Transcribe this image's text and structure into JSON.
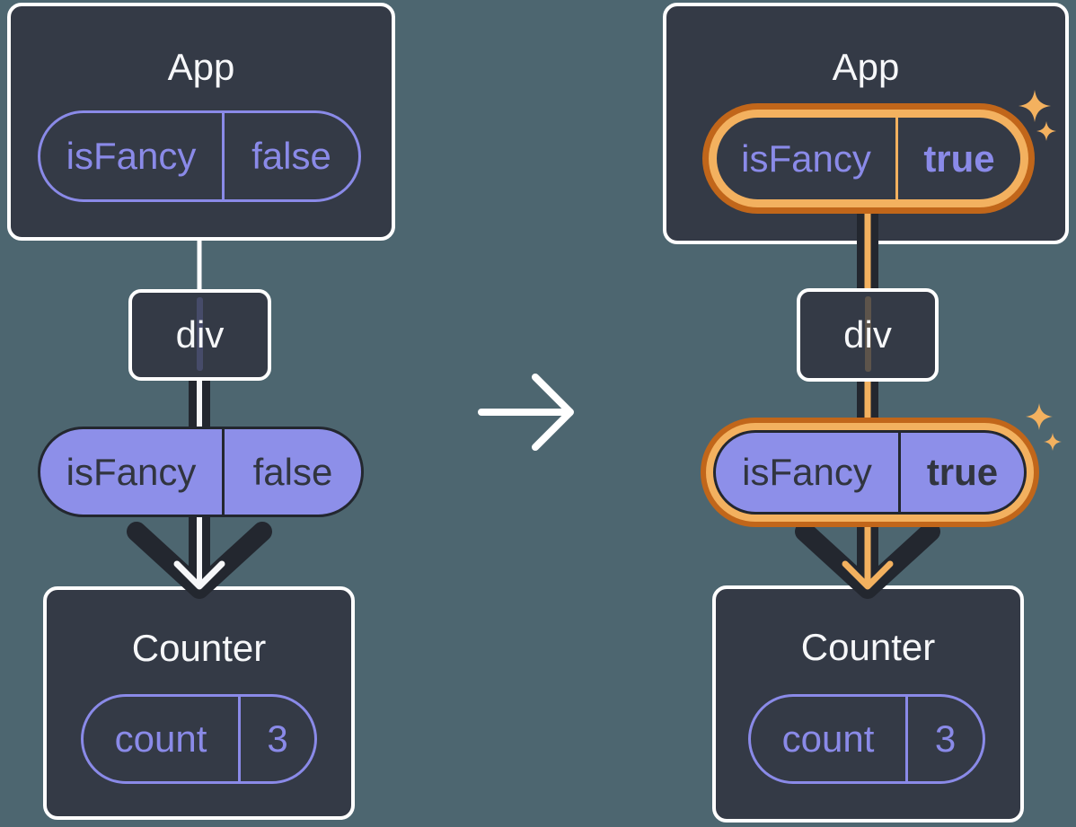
{
  "colors": {
    "background": "#4D6670",
    "component_fill": "#343A46",
    "component_border": "#FFFFFF",
    "title_text": "#F6F7F9",
    "purple": "#8A8AE8",
    "purple_pill_fill": "#8D8FE9",
    "dark_ink": "#23272F",
    "dark_pill_text": "#31353F",
    "highlight_orange": "#F3B15F",
    "highlight_orange_deep": "#C1661A"
  },
  "icons": {
    "transition": "right-arrow-icon",
    "prop_flow": "down-arrow-icon",
    "highlight": "sparkle-icon"
  },
  "left_tree": {
    "app": {
      "title": "App",
      "state": {
        "key": "isFancy",
        "value": "false"
      }
    },
    "div_node": {
      "label": "div"
    },
    "prop": {
      "key": "isFancy",
      "value": "false"
    },
    "counter": {
      "title": "Counter",
      "state": {
        "key": "count",
        "value": "3"
      }
    }
  },
  "right_tree": {
    "app": {
      "title": "App",
      "state": {
        "key": "isFancy",
        "value": "true"
      }
    },
    "div_node": {
      "label": "div"
    },
    "prop": {
      "key": "isFancy",
      "value": "true"
    },
    "counter": {
      "title": "Counter",
      "state": {
        "key": "count",
        "value": "3"
      }
    }
  }
}
